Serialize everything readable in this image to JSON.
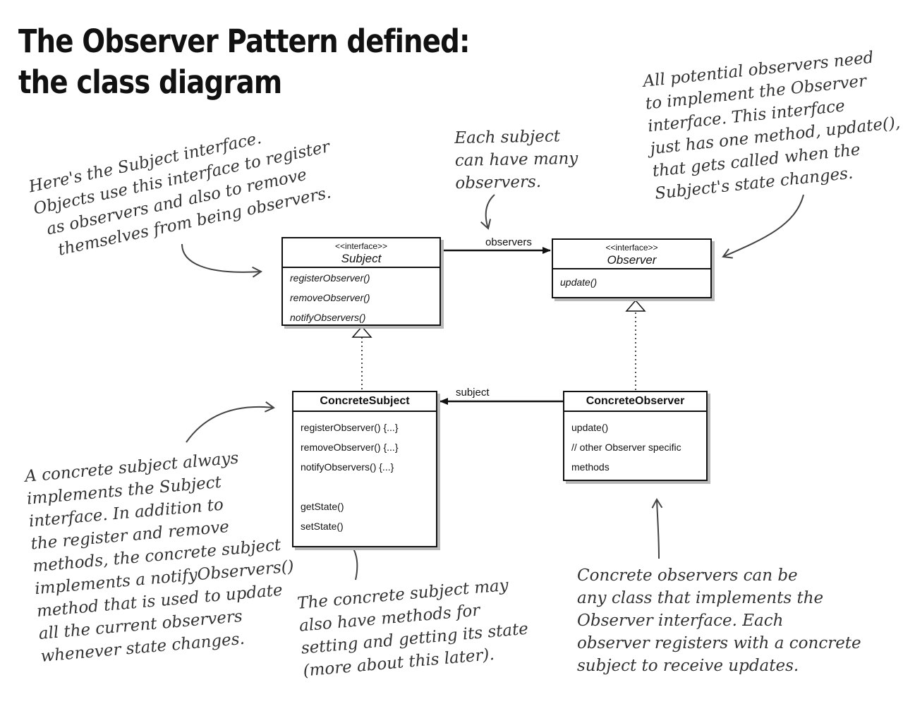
{
  "title": {
    "line1": "The Observer Pattern defined:",
    "line2": "the class diagram"
  },
  "notes": {
    "subject_interface": [
      "Here's the Subject interface.",
      "Objects use this interface to register",
      "as observers and also to remove",
      "themselves from being observers."
    ],
    "many_observers": [
      "Each subject",
      "can have many",
      "observers."
    ],
    "observer_interface": [
      "All potential observers need",
      "to implement the Observer",
      "interface.  This interface",
      "just has one method, update(),",
      "that gets called when the",
      "Subject's state changes."
    ],
    "concrete_subject": [
      "A concrete subject always",
      "implements the Subject",
      "interface.  In addition to",
      "the register and remove",
      "methods, the concrete subject",
      "implements a notifyObservers()",
      "method that is used to update",
      "all the current observers",
      "whenever state changes."
    ],
    "state_methods": [
      "The concrete subject may",
      "also have methods for",
      "setting and getting its state",
      "(more about this later)."
    ],
    "concrete_observers": [
      "Concrete observers can be",
      "any class that implements the",
      "Observer interface.  Each",
      "observer registers with a concrete",
      "subject to receive updates."
    ]
  },
  "classes": {
    "subject": {
      "stereotype": "<<interface>>",
      "name": "Subject",
      "methods": [
        "registerObserver()",
        "removeObserver()",
        "notifyObservers()"
      ]
    },
    "observer": {
      "stereotype": "<<interface>>",
      "name": "Observer",
      "methods": [
        "update()"
      ]
    },
    "concrete_subject": {
      "name": "ConcreteSubject",
      "methods": [
        "registerObserver() {...}",
        "removeObserver() {...}",
        "notifyObservers() {...}"
      ],
      "state_methods": [
        "getState()",
        "setState()"
      ]
    },
    "concrete_observer": {
      "name": "ConcreteObserver",
      "methods": [
        "update()",
        "// other Observer specific",
        "methods"
      ]
    }
  },
  "relations": {
    "observers_label": "observers",
    "subject_label": "subject"
  }
}
